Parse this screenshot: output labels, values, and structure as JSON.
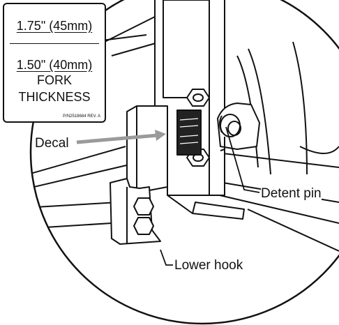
{
  "decal": {
    "line1": "1.75\" (45mm)",
    "line2": "1.50\" (40mm)",
    "line3": "FORK",
    "line4": "THICKNESS",
    "part_number": "P/N2518684 REV. A"
  },
  "callouts": {
    "decal": "Decal",
    "detent_pin": "Detent pin",
    "lower_hook": "Lower hook"
  },
  "colors": {
    "line": "#111111",
    "arrow": "#9a9a9a",
    "background": "#ffffff"
  }
}
